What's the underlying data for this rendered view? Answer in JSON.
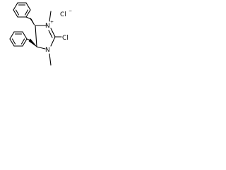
{
  "molecule": {
    "atoms": {
      "n1": "N",
      "n1_charge": "+",
      "n2": "N",
      "cl": "Cl",
      "counter_ion": "Cl",
      "counter_ion_charge": "−"
    }
  },
  "colors": {
    "bond": "#000000",
    "background": "#ffffff"
  }
}
